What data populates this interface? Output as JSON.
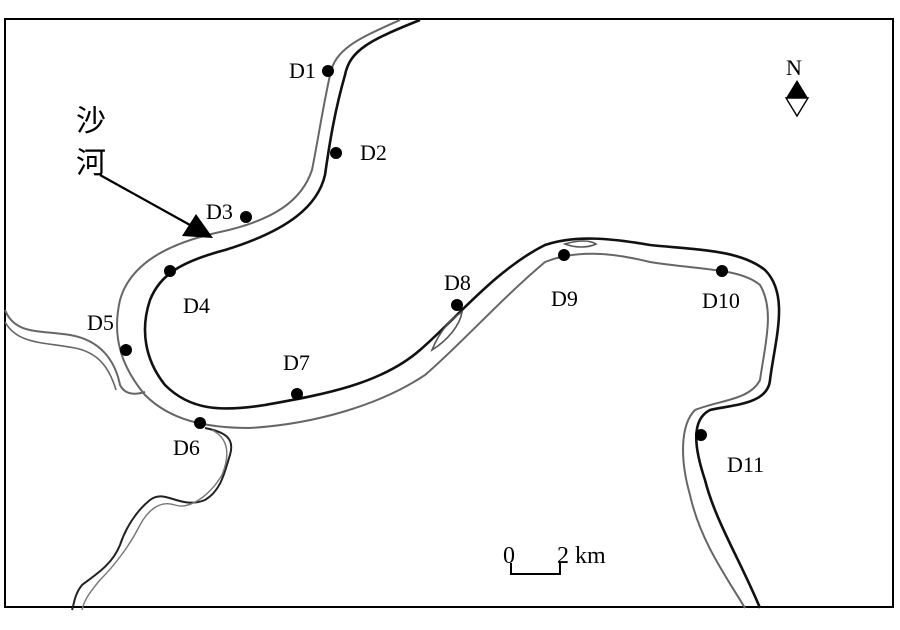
{
  "river_label": {
    "line1": "沙",
    "line2": "河"
  },
  "north": {
    "label": "N"
  },
  "scale": {
    "zero": "0",
    "distance": "2 km"
  },
  "sites": [
    "D1",
    "D2",
    "D3",
    "D4",
    "D5",
    "D6",
    "D7",
    "D8",
    "D9",
    "D10",
    "D11"
  ],
  "colors": {
    "dark_bank": "#111111",
    "light_bank": "#666666",
    "point": "#000000"
  }
}
